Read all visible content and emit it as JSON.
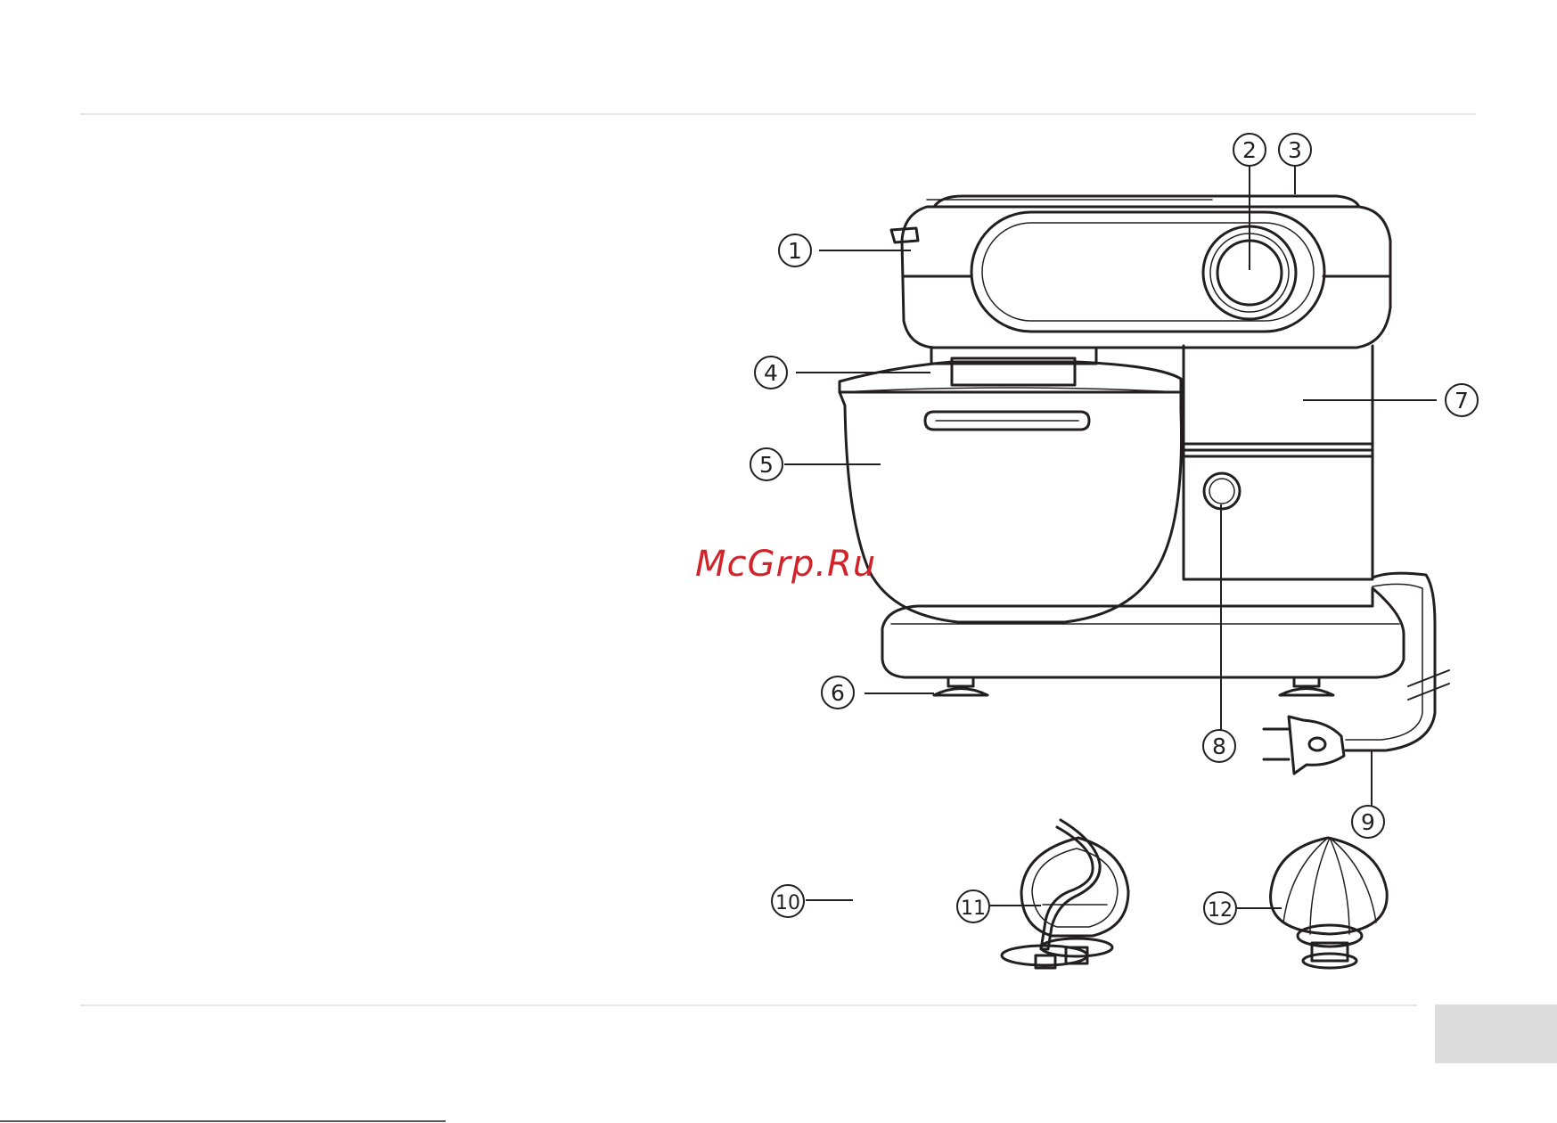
{
  "watermark": {
    "text": "McGrp.Ru"
  },
  "callouts": [
    {
      "id": 1,
      "label": "1"
    },
    {
      "id": 2,
      "label": "2"
    },
    {
      "id": 3,
      "label": "3"
    },
    {
      "id": 4,
      "label": "4"
    },
    {
      "id": 5,
      "label": "5"
    },
    {
      "id": 6,
      "label": "6"
    },
    {
      "id": 7,
      "label": "7"
    },
    {
      "id": 8,
      "label": "8"
    },
    {
      "id": 9,
      "label": "9"
    },
    {
      "id": 10,
      "label": "10"
    },
    {
      "id": 11,
      "label": "11"
    },
    {
      "id": 12,
      "label": "12"
    }
  ],
  "colors": {
    "line": "#231f20",
    "rule": "#e6e6e6",
    "page_tab": "#dcdcdc",
    "watermark": "#d1232a"
  }
}
